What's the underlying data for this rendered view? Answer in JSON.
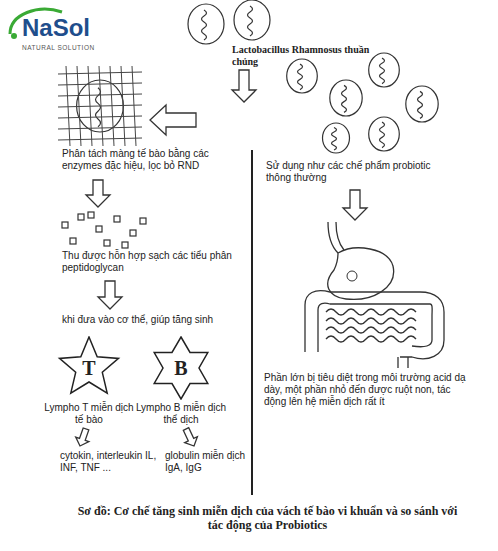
{
  "diagram": {
    "caption": "Sơ đồ: Cơ chế tăng sinh miễn dịch của vách tế bào vi khuẩn và so sánh với tác động của Probiotics",
    "nodes": [
      {
        "text": [
          "T",
          "Lympho T miễn dịch tế bào"
        ]
      },
      {
        "text": [
          "B",
          "Lympho B miễn dịch thể dịch"
        ]
      }
    ],
    "labels": [
      "NaSol",
      "NATURAL SOLUTION",
      "Lactobacillus Rhamnosus thuần chủng",
      "Phân tách màng tế bào bằng các enzymes đặc hiệu, lọc bỏ RND",
      "Thu được hỗn hợp sạch các tiểu phân peptidoglycan",
      "khi đưa vào cơ thể, giúp tăng sinh",
      "cytokin, interleukin IL, INF, TNF ...",
      "globulin miễn dịch IgA, IgG",
      "Sử dụng như các chế phẩm probiotic thông thường",
      "Phần lớn bị tiêu diệt trong môi trường acid dạ dày, một phần nhỏ đến được ruột non, tác động lên hệ miễn dịch rất ít"
    ]
  }
}
